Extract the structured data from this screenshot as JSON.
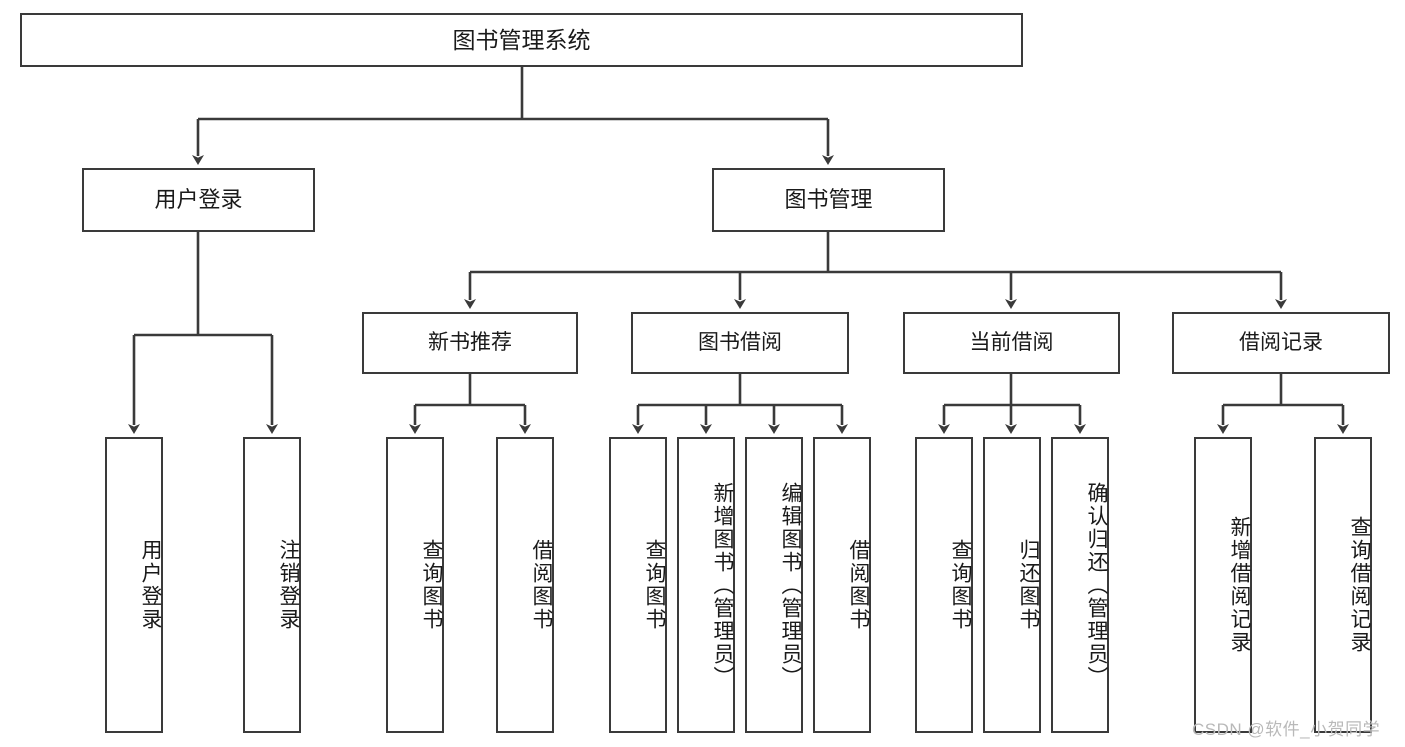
{
  "diagram": {
    "title": "图书管理系统",
    "watermark": "CSDN @软件_小贺同学",
    "colors": {
      "node_border": "#3a3a3a",
      "node_fill": "#ffffff",
      "edge": "#3a3a3a",
      "text": "#1a1a1a",
      "watermark": "#b9b9b9",
      "background": "#ffffff"
    },
    "root": {
      "label": "图书管理系统"
    },
    "level1": [
      {
        "label": "用户登录"
      },
      {
        "label": "图书管理"
      }
    ],
    "level2": [
      {
        "label": "新书推荐"
      },
      {
        "label": "图书借阅"
      },
      {
        "label": "当前借阅"
      },
      {
        "label": "借阅记录"
      }
    ],
    "leaves": {
      "user_login": [
        {
          "label": "用户登录"
        },
        {
          "label": "注销登录"
        }
      ],
      "new_book_recommend": [
        {
          "label": "查询图书"
        },
        {
          "label": "借阅图书"
        }
      ],
      "book_borrow": [
        {
          "label": "查询图书"
        },
        {
          "label": "新增图书（管理员）"
        },
        {
          "label": "编辑图书（管理员）"
        },
        {
          "label": "借阅图书"
        }
      ],
      "current_borrow": [
        {
          "label": "查询图书"
        },
        {
          "label": "归还图书"
        },
        {
          "label": "确认归还（管理员）"
        }
      ],
      "borrow_record": [
        {
          "label": "新增借阅记录"
        },
        {
          "label": "查询借阅记录"
        }
      ]
    }
  }
}
